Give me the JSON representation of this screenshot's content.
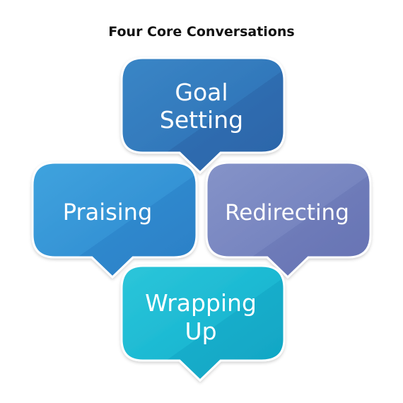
{
  "title": "Four Core Conversations",
  "bubbles": [
    {
      "id": "goal-setting",
      "lines": [
        "Goal",
        "Setting"
      ],
      "color_top": "#3a86c6",
      "color_bottom": "#2e6aae"
    },
    {
      "id": "praising",
      "lines": [
        "Praising"
      ],
      "color_top": "#3c9fdc",
      "color_bottom": "#2f86cc"
    },
    {
      "id": "redirecting",
      "lines": [
        "Redirecting"
      ],
      "color_top": "#8090c6",
      "color_bottom": "#6a78b6"
    },
    {
      "id": "wrapping-up",
      "lines": [
        "Wrapping",
        "Up"
      ],
      "color_top": "#27c3d9",
      "color_bottom": "#12a8c6"
    }
  ]
}
